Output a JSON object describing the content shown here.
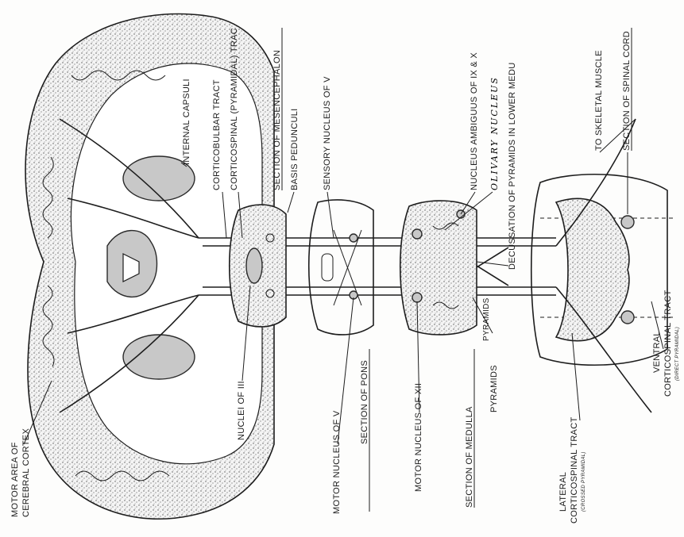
{
  "labels": {
    "internal_capsule": "INTERNAL CAPSULI",
    "corticobulbar": "CORTICOBULBAR TRACT",
    "corticospinal": "CORTICOSPINAL (PYRAMIDAL) TRAC",
    "section_mesencephalon": "SECTION OF MESENCEPHALON",
    "basis_pedunculi": "BASIS PEDUNCULI",
    "sensory_nucleus_v": "SENSORY NUCLEUS OF V",
    "nucleus_ambiguus": "NUCLEUS AMBIGUUS OF IX & X",
    "olivary_nucleus": "OLIVARY NUCLEUS",
    "decussation": "DECUSSATION OF PYRAMIDS IN LOWER MEDU",
    "to_skeletal_muscle": "TO SKELETAL MUSCLE",
    "section_spinal_cord": "SECTION OF SPINAL CORD",
    "motor_area_line1": "MOTOR AREA OF",
    "motor_area_line2": "CEREBRAL CORTEX",
    "nuclei_iii": "NUCLEI OF III",
    "motor_nucleus_v": "MOTOR NUCLEUS OF V",
    "section_pons": "SECTION OF PONS",
    "motor_nucleus_xii": "MOTOR NUCLEUS OF XII",
    "section_medulla": "SECTION OF MEDULLA",
    "pyramids_1": "PYRAMIDS",
    "pyramids_2": "PYRAMIDS",
    "lateral_line1": "LATERAL",
    "lateral_line2": "CORTICOSPINAL TRACT",
    "lateral_line3": "(CROSSED PYRAMIDAL)",
    "ventral_line1": "VENTRAL",
    "ventral_line2": "CORTICOSPINAL TRACT",
    "ventral_line3": "(DIRECT PYRAMIDAL)"
  },
  "colors": {
    "ink": "#1d1d1d",
    "gray_matter": "#c8c8c8",
    "paper": "#fdfdfc"
  }
}
